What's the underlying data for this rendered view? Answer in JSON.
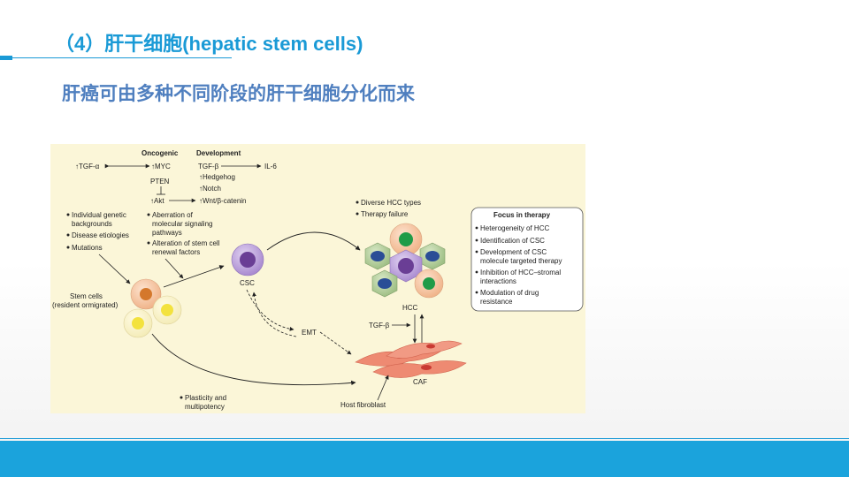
{
  "slide": {
    "title": "（4）肝干细胞(hepatic stem cells)",
    "subtitle": "肝癌可由多种不同阶段的肝干细胞分化而来"
  },
  "figure": {
    "header_oncogenic": "Oncogenic",
    "header_development": "Development",
    "tgfa": "↑TGF-α",
    "myc": "↑MYC",
    "tgfb_top": "TGF-β",
    "il6": "IL-6",
    "hedgehog": "↑Hedgehog",
    "pten": "PTEN",
    "notch": "↑Notch",
    "akt": "↑Akt",
    "wnt": "↑Wnt/β-catenin",
    "left_bullets": [
      "Individual genetic",
      "backgrounds",
      "Disease etiologies",
      "Mutations"
    ],
    "mid_bullets": [
      "Aberration of",
      "molecular signaling",
      "pathways",
      "Alteration of stem cell",
      "renewal factors"
    ],
    "stem_cells_1": "Stem cells",
    "stem_cells_2": "(resident ormigrated)",
    "csc": "CSC",
    "emt": "EMT",
    "hcc_bullets": [
      "Diverse HCC types",
      "Therapy failure"
    ],
    "hcc": "HCC",
    "tgfb_mid": "TGF-β",
    "caf": "CAF",
    "host_fibroblast": "Host fibroblast",
    "plasticity_1": "Plasticity and",
    "plasticity_2": "multipotency",
    "therapy_title": "Focus in therapy",
    "therapy_items": [
      "Heterogeneity of HCC",
      "Identification of CSC",
      "Development of CSC",
      "molecule targeted therapy",
      "Inhibition of HCC–stromal",
      "interactions",
      "Modulation of drug",
      "resistance"
    ]
  }
}
